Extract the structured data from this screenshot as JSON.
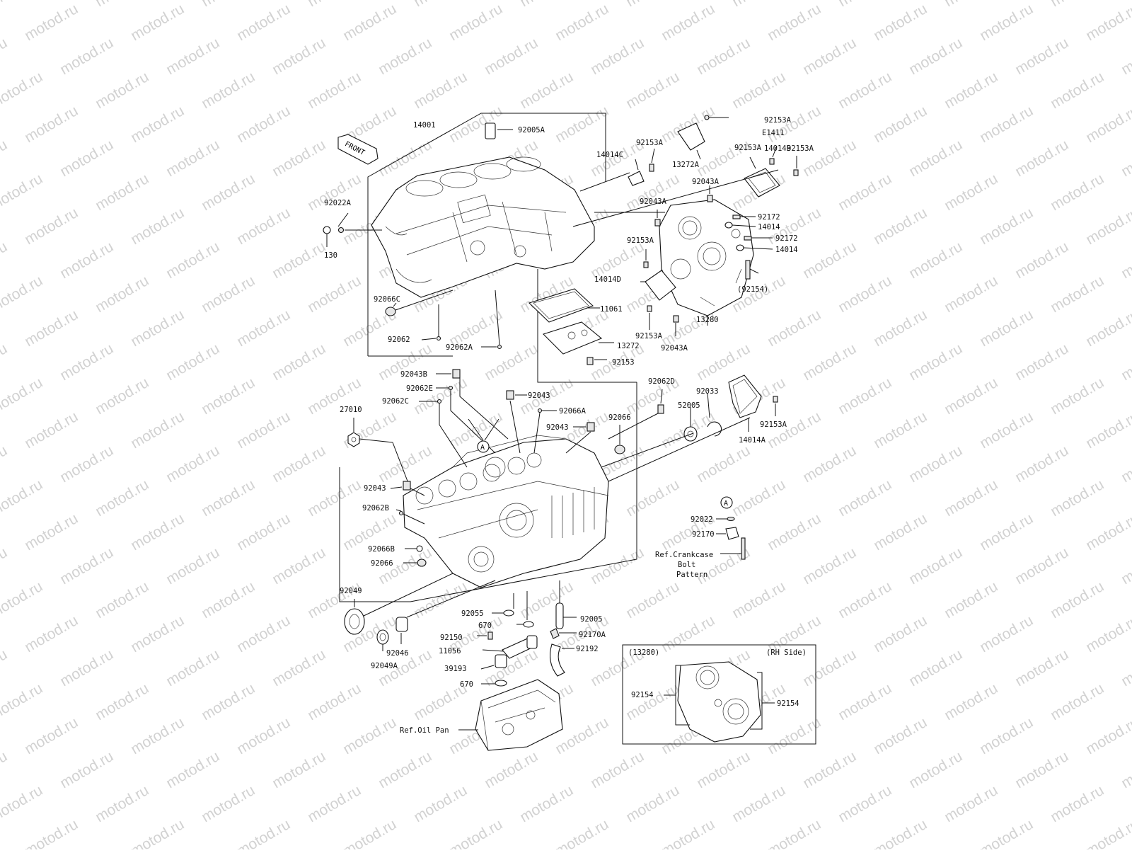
{
  "watermark": "motod.ru",
  "diagram_code": "E1411",
  "front_arrow": "FRONT",
  "callout_a": "A",
  "parts": [
    "14001",
    "92005A",
    "92022A",
    "130",
    "92066C",
    "92062",
    "92062A",
    "14014C",
    "92153A",
    "13272A",
    "92153A",
    "E1411",
    "92153A",
    "14014B",
    "92153A",
    "92043A",
    "92043A",
    "92172",
    "14014",
    "92172",
    "14014",
    "92153A",
    "14014D",
    "(92154)",
    "11061",
    "13280",
    "13272",
    "92153A",
    "92043A",
    "92153",
    "92043B",
    "92062E",
    "92062C",
    "92043",
    "92066A",
    "92043",
    "92062D",
    "92033",
    "52005",
    "92066",
    "92153A",
    "14014A",
    "27010",
    "92043",
    "92062B",
    "92066B",
    "92066",
    "92049",
    "92022",
    "92170",
    "92055",
    "670",
    "92005",
    "92150",
    "92170A",
    "11056",
    "92192",
    "39193",
    "670",
    "92046",
    "92049A"
  ],
  "refs": {
    "crankcase_bolt": [
      "Ref.Crankcase",
      "Bolt",
      "Pattern"
    ],
    "oil_pan": "Ref.Oil Pan"
  },
  "inset": {
    "title_left": "(13280)",
    "title_right": "(RH Side)",
    "left_label": "92154",
    "right_label": "92154"
  }
}
